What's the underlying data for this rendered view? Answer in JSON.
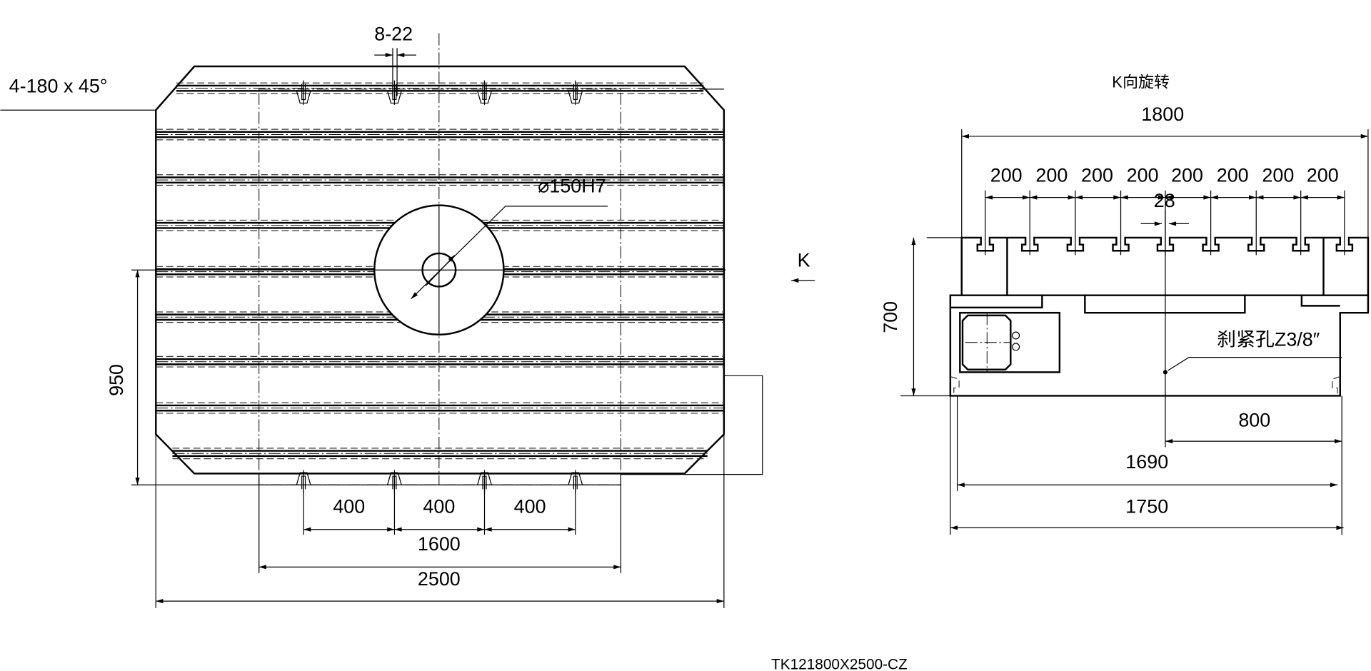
{
  "plan_view": {
    "chamfer_label": "4-180 x 45°",
    "slot_width_label": "8-22",
    "bore_label": "⌀150H7",
    "height_label": "950",
    "spacing_labels": [
      "400",
      "400",
      "400"
    ],
    "inner_width_label": "1600",
    "total_width_label": "2500",
    "view_marker": "K"
  },
  "side_view": {
    "title": "K向旋转",
    "total_width_label": "1800",
    "slot_pitch_labels": [
      "200",
      "200",
      "200",
      "200",
      "200",
      "200",
      "200",
      "200"
    ],
    "slot_width_label": "28",
    "height_label": "700",
    "clamp_hole_label": "刹紧孔Z3/8″",
    "offset_label": "800",
    "base_width_label": "1690",
    "overall_label": "1750"
  },
  "drawing_number": "TK121800X2500-CZ"
}
